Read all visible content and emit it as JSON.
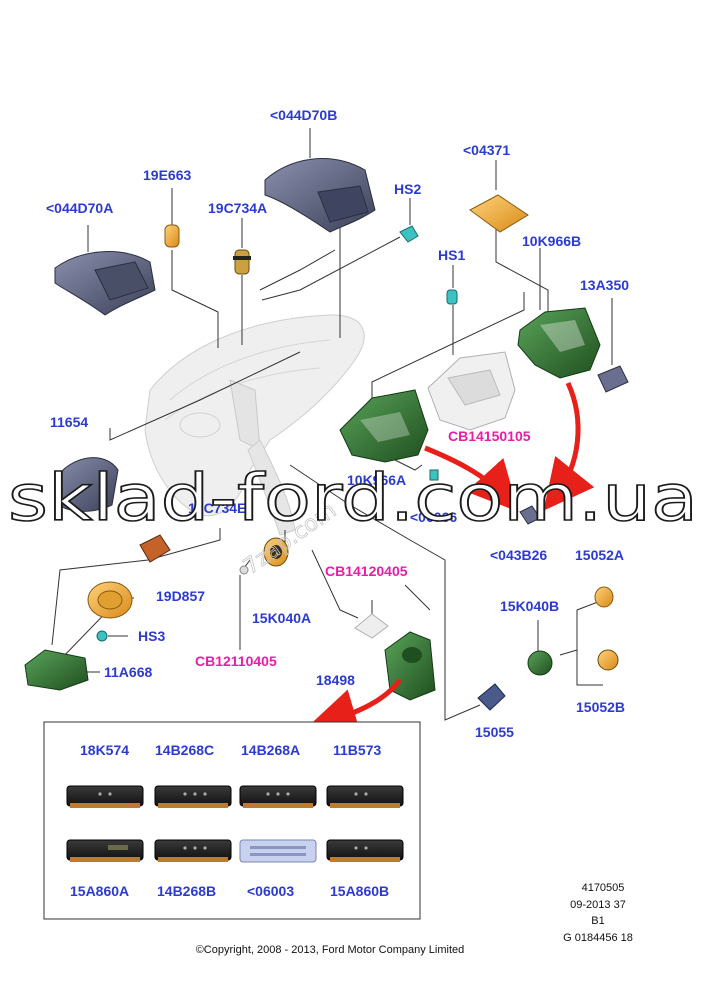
{
  "labels": {
    "p044d70b": "<044D70B",
    "p044d70a": "<044D70A",
    "p19e663": "19E663",
    "p19c734a": "19C734A",
    "phs2": "HS2",
    "p04371": "<04371",
    "phs1": "HS1",
    "p10k966b": "10K966B",
    "p13a350": "13A350",
    "p11654": "11654",
    "pcb14150105": "CB14150105",
    "p10k966a": "10K966A",
    "p06066": "<06066",
    "p19c734e": "19C734E",
    "p043b26": "<043B26",
    "p15052a": "15052A",
    "p19d857": "19D857",
    "p15k040a": "15K040A",
    "pcb14120405": "CB14120405",
    "p15k040b": "15K040B",
    "phs3": "HS3",
    "p11a668": "11A668",
    "pcb12110405": "CB12110405",
    "p18498": "18498",
    "p15055": "15055",
    "p15052b": "15052B"
  },
  "inset": {
    "row1": [
      "18K574",
      "14B268C",
      "14B268A",
      "11B573"
    ],
    "row2": [
      "15A860A",
      "14B268B",
      "<06003",
      "15A860B"
    ]
  },
  "watermark": {
    "main": "sklad-ford.com.ua",
    "secondary": "7zap.com"
  },
  "meta": {
    "line1": "4170505",
    "line2": "09-2013 37",
    "line3": "B1",
    "line4": "G 0184456 18"
  },
  "copyright": "©Copyright, 2008 - 2013, Ford Motor Company Limited",
  "colors": {
    "part_label": "#2b3bd0",
    "new_part_label": "#e61ea8",
    "arrow": "#e8201a",
    "bezel_green": "#2e6b2e",
    "panel_grey": "#5a6078",
    "amber": "#f2a93b"
  }
}
